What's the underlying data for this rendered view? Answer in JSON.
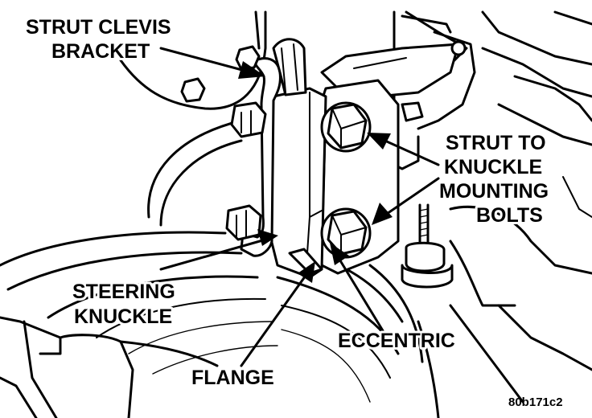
{
  "labels": {
    "strut_clevis_bracket": [
      "STRUT CLEVIS",
      "BRACKET"
    ],
    "strut_to_knuckle_mounting_bolts": [
      "STRUT TO",
      "KNUCKLE",
      "MOUNTING",
      "BOLTS"
    ],
    "steering_knuckle": [
      "STEERING",
      "KNUCKLE"
    ],
    "eccentric": "ECCENTRIC",
    "flange": "FLANGE",
    "figure_code": "80b171c2"
  }
}
